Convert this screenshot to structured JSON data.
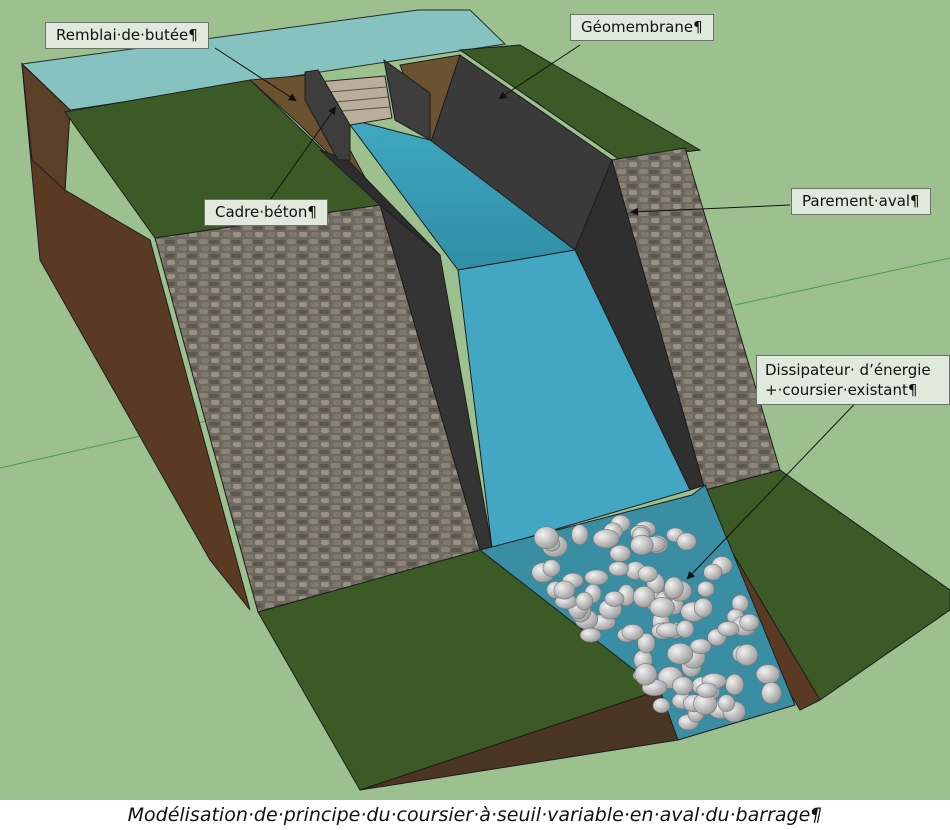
{
  "labels": {
    "remblai": "Remblai·de·butée¶",
    "geomembrane": "Géomembrane¶",
    "cadre": "Cadre·béton¶",
    "parement": "Parement·aval¶",
    "dissipateur_line1": "Dissipateur· d’énergie",
    "dissipateur_line2": "+·coursier·existant¶"
  },
  "caption": "Modélisation·de·principe·du·coursier·à·seuil·variable·en·aval·du·barrage¶",
  "colors": {
    "background": "#9cc08e",
    "grass": "#3d5a2a",
    "soil": "#5a3a22",
    "stone": "#6e6860",
    "geomembrane": "#3a3a3a",
    "water": "#3aa0b8",
    "label_bg": "#dfe9dc"
  }
}
